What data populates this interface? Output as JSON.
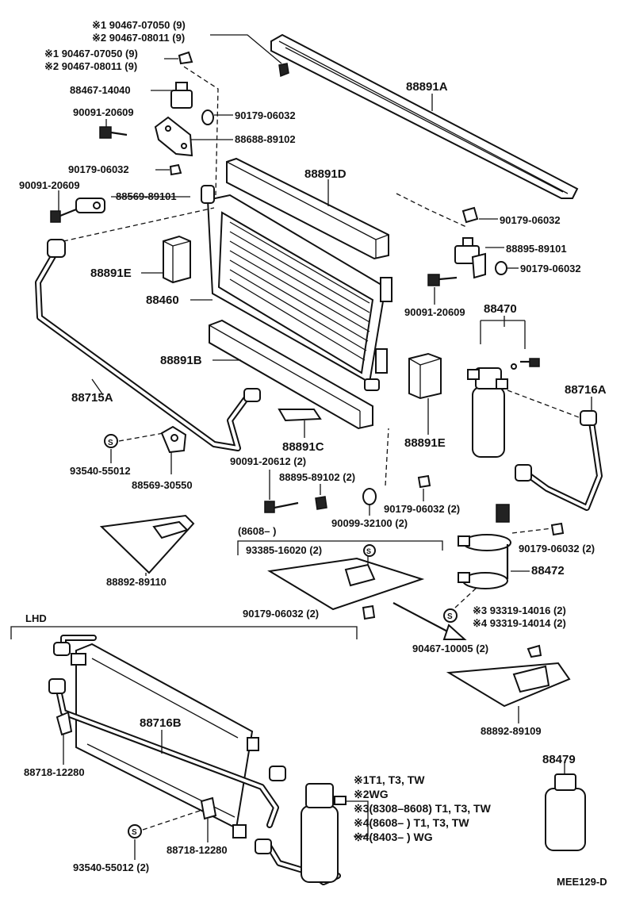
{
  "labels": {
    "p1a": "※1 90467-07050 (9)",
    "p1b": "※2 90467-08011 (9)",
    "p2a": "※1 90467-07050 (9)",
    "p2b": "※2 90467-08011 (9)",
    "p3": "88467-14040",
    "p4": "90091-20609",
    "p5": "90179-06032",
    "p6": "88688-89102",
    "p7": "90179-06032",
    "p8": "90091-20609",
    "p9": "88569-89101",
    "p10": "88891A",
    "p11": "88891D",
    "p12": "88891E",
    "p13": "88460",
    "p14": "88891B",
    "p15": "88715A",
    "p16": "90179-06032",
    "p17": "88895-89101",
    "p18": "90179-06032",
    "p19": "90091-20609",
    "p20": "88470",
    "p21": "88716A",
    "p22": "88891E",
    "p23": "88891C",
    "p24": "93540-55012",
    "p25": "88569-30550",
    "p26": "90091-20612 (2)",
    "p27": "88895-89102 (2)",
    "p28": "90179-06032 (2)",
    "p29": "90099-32100 (2)",
    "p30": "(8608–          )",
    "p31": "93385-16020 (2)",
    "p32": "90179-06032 (2)",
    "p33": "88472",
    "p34": "88892-89110",
    "p35": "90179-06032 (2)",
    "p36a": "※3 93319-14016 (2)",
    "p36b": "※4 93319-14014 (2)",
    "p37": "90467-10005 (2)",
    "p38": "88892-89109",
    "p39": "88716B",
    "p40": "88718-12280",
    "p41": "88718-12280",
    "p42": "93540-55012 (2)",
    "p43": "88479",
    "lhd": "LHD",
    "code": "MEE129-D"
  },
  "notes": [
    "※1T1, T3, TW",
    "※2WG",
    "※3(8308–8608) T1, T3, TW",
    "※4(8608–          ) T1, T3, TW",
    "※4(8403–          ) WG"
  ],
  "colors": {
    "ink": "#111111",
    "paper": "#ffffff"
  }
}
